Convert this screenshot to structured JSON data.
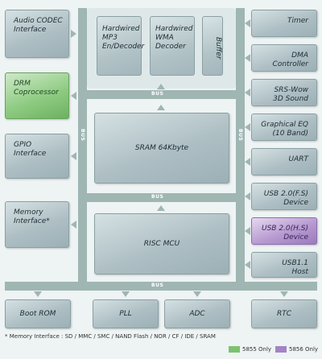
{
  "left_blocks": [
    {
      "id": "audio",
      "lines": [
        "Audio CODEC",
        "Interface"
      ]
    },
    {
      "id": "drm",
      "lines": [
        "DRM",
        "Coprocessor"
      ]
    },
    {
      "id": "gpio",
      "lines": [
        "GPIO",
        "Interface"
      ]
    },
    {
      "id": "memory",
      "lines": [
        "Memory",
        "Interface*"
      ]
    }
  ],
  "right_blocks": [
    {
      "id": "timer",
      "lines": [
        "Timer"
      ]
    },
    {
      "id": "dma",
      "lines": [
        "DMA",
        "Controller"
      ]
    },
    {
      "id": "srs",
      "lines": [
        "SRS-Wow",
        "3D Sound"
      ]
    },
    {
      "id": "eq",
      "lines": [
        "Graphical EQ",
        "(10 Band)"
      ]
    },
    {
      "id": "uart",
      "lines": [
        "UART"
      ]
    },
    {
      "id": "usbfs",
      "lines": [
        "USB 2.0(F.S)",
        "Device"
      ]
    },
    {
      "id": "usbhs",
      "lines": [
        "USB 2.0(H.S)",
        "Device"
      ]
    },
    {
      "id": "usb11",
      "lines": [
        "USB1.1",
        "Host"
      ]
    }
  ],
  "top_blocks": [
    {
      "id": "mp3",
      "lines": [
        "Hardwired",
        "MP3",
        "En/Decoder"
      ]
    },
    {
      "id": "wma",
      "lines": [
        "Hardwired",
        "WMA",
        "Decoder"
      ]
    },
    {
      "id": "buffer",
      "lines": [
        "Buffer"
      ]
    }
  ],
  "center_blocks": {
    "sram": "SRAM 64Kbyte",
    "risc": "RISC MCU"
  },
  "bottom_blocks": [
    {
      "id": "bootrom",
      "label": "Boot ROM"
    },
    {
      "id": "pll",
      "label": "PLL"
    },
    {
      "id": "adc",
      "label": "ADC"
    },
    {
      "id": "rtc",
      "label": "RTC"
    }
  ],
  "bus_label": "BUS",
  "footnote": "* Memory Interface : SD / MMC / SMC / NAND Flash / NOR / CF / IDE / SRAM",
  "legend": [
    {
      "label": "5855 Only",
      "color": "#7cc26e"
    },
    {
      "label": "5856 Only",
      "color": "#a184c4"
    }
  ]
}
